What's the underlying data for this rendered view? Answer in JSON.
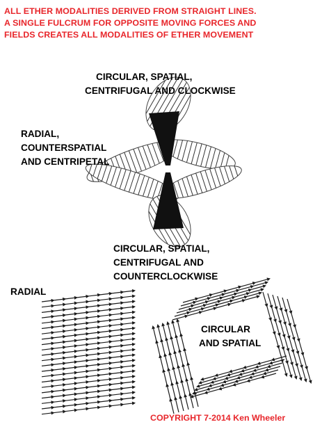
{
  "header": {
    "lines": [
      "ALL ETHER MODALITIES DERIVED FROM STRAIGHT LINES.",
      "A SINGLE FULCRUM FOR OPPOSITE MOVING FORCES AND",
      "FIELDS CREATES ALL MODALITIES OF ETHER MOVEMENT"
    ]
  },
  "labels": {
    "top": [
      "CIRCULAR, SPATIAL,",
      "CENTRIFUGAL AND CLOCKWISE"
    ],
    "left": [
      "RADIAL,",
      "COUNTERSPATIAL",
      "AND CENTRIPETAL"
    ],
    "bottom": [
      "CIRCULAR, SPATIAL,",
      "CENTRIFUGAL AND",
      "COUNTERCLOCKWISE"
    ],
    "radial": "RADIAL",
    "circular": [
      "CIRCULAR",
      "AND SPATIAL"
    ]
  },
  "copyright": "COPYRIGHT 7-2014 Ken Wheeler",
  "colors": {
    "header_text": "#e8262b",
    "line_color": "#1a1a1a",
    "cone_color": "#111111"
  }
}
